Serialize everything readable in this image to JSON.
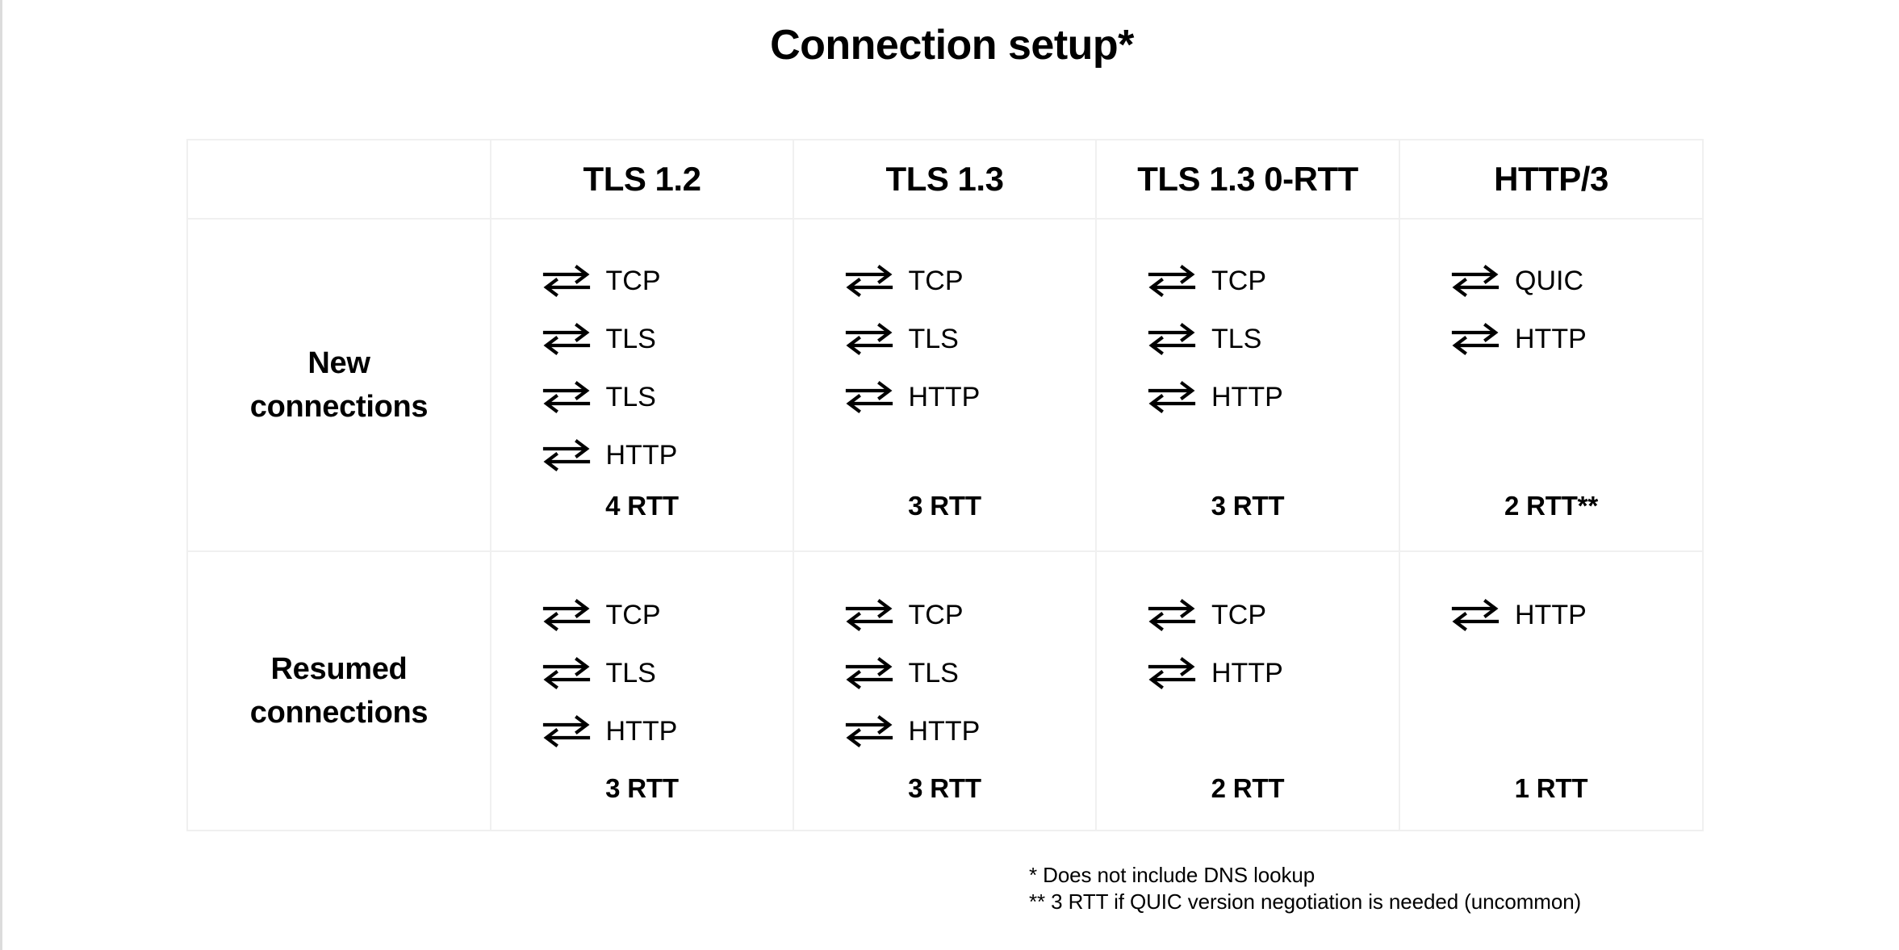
{
  "title": "Connection setup*",
  "table": {
    "corner_label": "",
    "columns": [
      "TLS 1.2",
      "TLS 1.3",
      "TLS 1.3 0-RTT",
      "HTTP/3"
    ],
    "rows": [
      {
        "label_line1": "New",
        "label_line2": "connections",
        "cells": [
          {
            "steps": [
              "TCP",
              "TLS",
              "TLS",
              "HTTP"
            ],
            "rtt": "4 RTT"
          },
          {
            "steps": [
              "TCP",
              "TLS",
              "HTTP"
            ],
            "rtt": "3 RTT"
          },
          {
            "steps": [
              "TCP",
              "TLS",
              "HTTP"
            ],
            "rtt": "3 RTT"
          },
          {
            "steps": [
              "QUIC",
              "HTTP"
            ],
            "rtt": "2 RTT**"
          }
        ]
      },
      {
        "label_line1": "Resumed",
        "label_line2": "connections",
        "cells": [
          {
            "steps": [
              "TCP",
              "TLS",
              "HTTP"
            ],
            "rtt": "3 RTT"
          },
          {
            "steps": [
              "TCP",
              "TLS",
              "HTTP"
            ],
            "rtt": "3 RTT"
          },
          {
            "steps": [
              "TCP",
              "HTTP"
            ],
            "rtt": "2 RTT"
          },
          {
            "steps": [
              "HTTP"
            ],
            "rtt": "1 RTT"
          }
        ]
      }
    ]
  },
  "icons": {
    "roundtrip": "bidirectional-arrows-icon"
  },
  "footnotes": [
    "* Does not include DNS lookup",
    "** 3 RTT if QUIC version negotiation is needed (uncommon)"
  ],
  "colors": {
    "background": "#ffffff",
    "text": "#000000",
    "grid_line": "#f0f0f0",
    "page_edge": "#dcdcdc"
  }
}
